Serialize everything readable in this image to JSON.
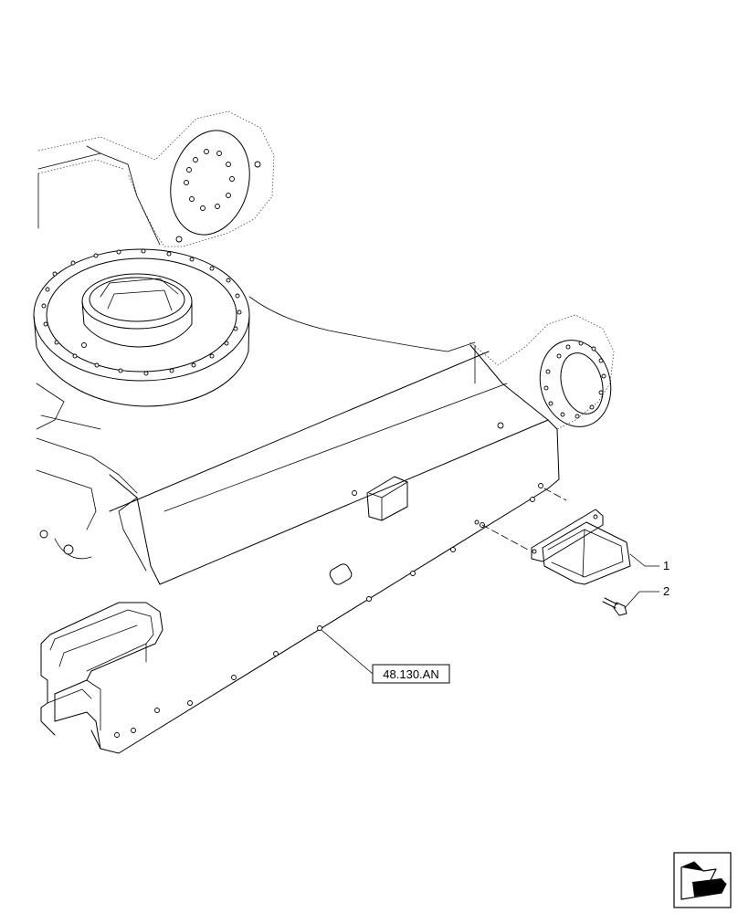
{
  "callouts": [
    {
      "id": "1",
      "text": "1"
    },
    {
      "id": "2",
      "text": "2"
    }
  ],
  "reference_box": {
    "text": "48.130.AN"
  },
  "icons": {
    "orientation": "direction-arrow-icon"
  },
  "colors": {
    "line": "#000000",
    "background": "#ffffff"
  }
}
